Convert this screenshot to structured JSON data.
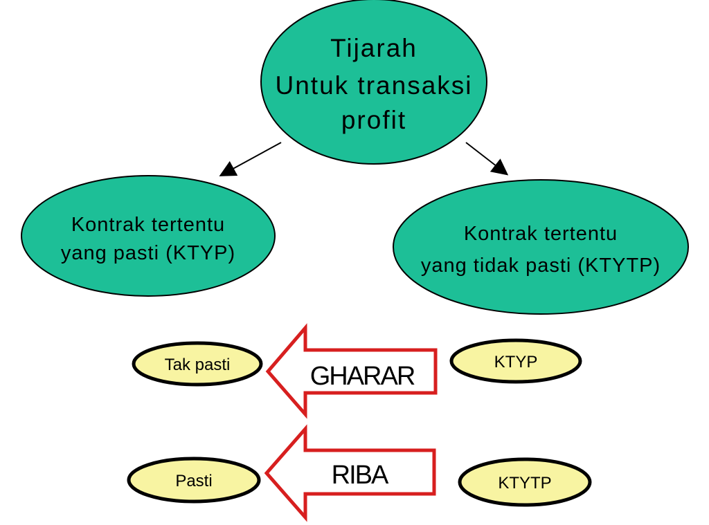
{
  "colors": {
    "green_node": "#1dbf97",
    "yellow_node": "#f8f4a2",
    "arrow_outline": "#d71f1f",
    "text": "#000000"
  },
  "top": {
    "line1": "Tijarah",
    "line2": "Untuk transaksi",
    "line3": "profit"
  },
  "left_node": {
    "line1": "Kontrak tertentu",
    "line2": "yang pasti (KTYP)"
  },
  "right_node": {
    "line1": "Kontrak tertentu",
    "line2": "yang tidak pasti (KTYTP)"
  },
  "rows": [
    {
      "left_label": "Tak pasti",
      "arrow_label": "GHARAR",
      "right_label": "KTYP"
    },
    {
      "left_label": "Pasti",
      "arrow_label": "RIBA",
      "right_label": "KTYTP"
    }
  ]
}
